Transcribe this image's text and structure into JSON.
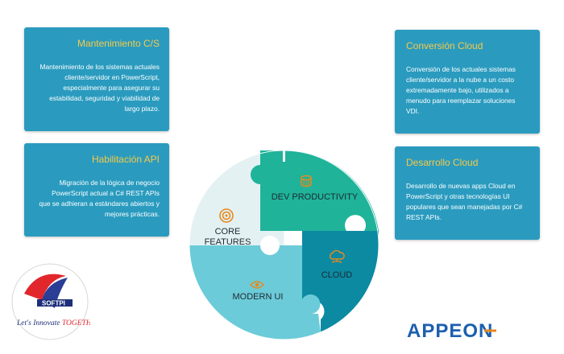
{
  "cards": [
    {
      "title": "Mantenimiento C/S",
      "body": "Mantenimiento de los sistemas actuales cliente/servidor en PowerScript, especialmente para asegurar su estabilidad, seguridad y viabilidad de largo plazo."
    },
    {
      "title": "Habilitación API",
      "body": "Migración de la lógica de negocio PowerScript actual a C# REST APIs que se adhieran a estándares abiertos y mejores prácticas."
    },
    {
      "title": "Conversión Cloud",
      "body": "Conversión de los actuales sistemas cliente/servidor a la nube a un costo extremadamente bajo, utilizados a menudo para reemplazar soluciones VDI."
    },
    {
      "title": "Desarrollo Cloud",
      "body": "Desarrollo de nuevas apps Cloud en PowerScript y otras tecnologías UI populares que sean manejadas por C# REST APIs."
    }
  ],
  "puzzle": {
    "core_line1": "CORE",
    "core_line2": "FEATURES",
    "dev": "DEV PRODUCTIVITY",
    "cloud": "CLOUD",
    "modern": "MODERN UI"
  },
  "logos": {
    "softpi_brand": "SOFTPI",
    "softpi_tagline_a": "Let's Innovate ",
    "softpi_tagline_b": "TOGETHER",
    "appeon": "APPEON"
  },
  "colors": {
    "card": "#2a9bbf",
    "card_title": "#f7c948",
    "core": "#e3f1f3",
    "dev": "#1fb39a",
    "cloud": "#0c8aa2",
    "modern": "#6ccbd8",
    "icon_accent": "#e8891c",
    "appeon_blue": "#1d5fae"
  }
}
